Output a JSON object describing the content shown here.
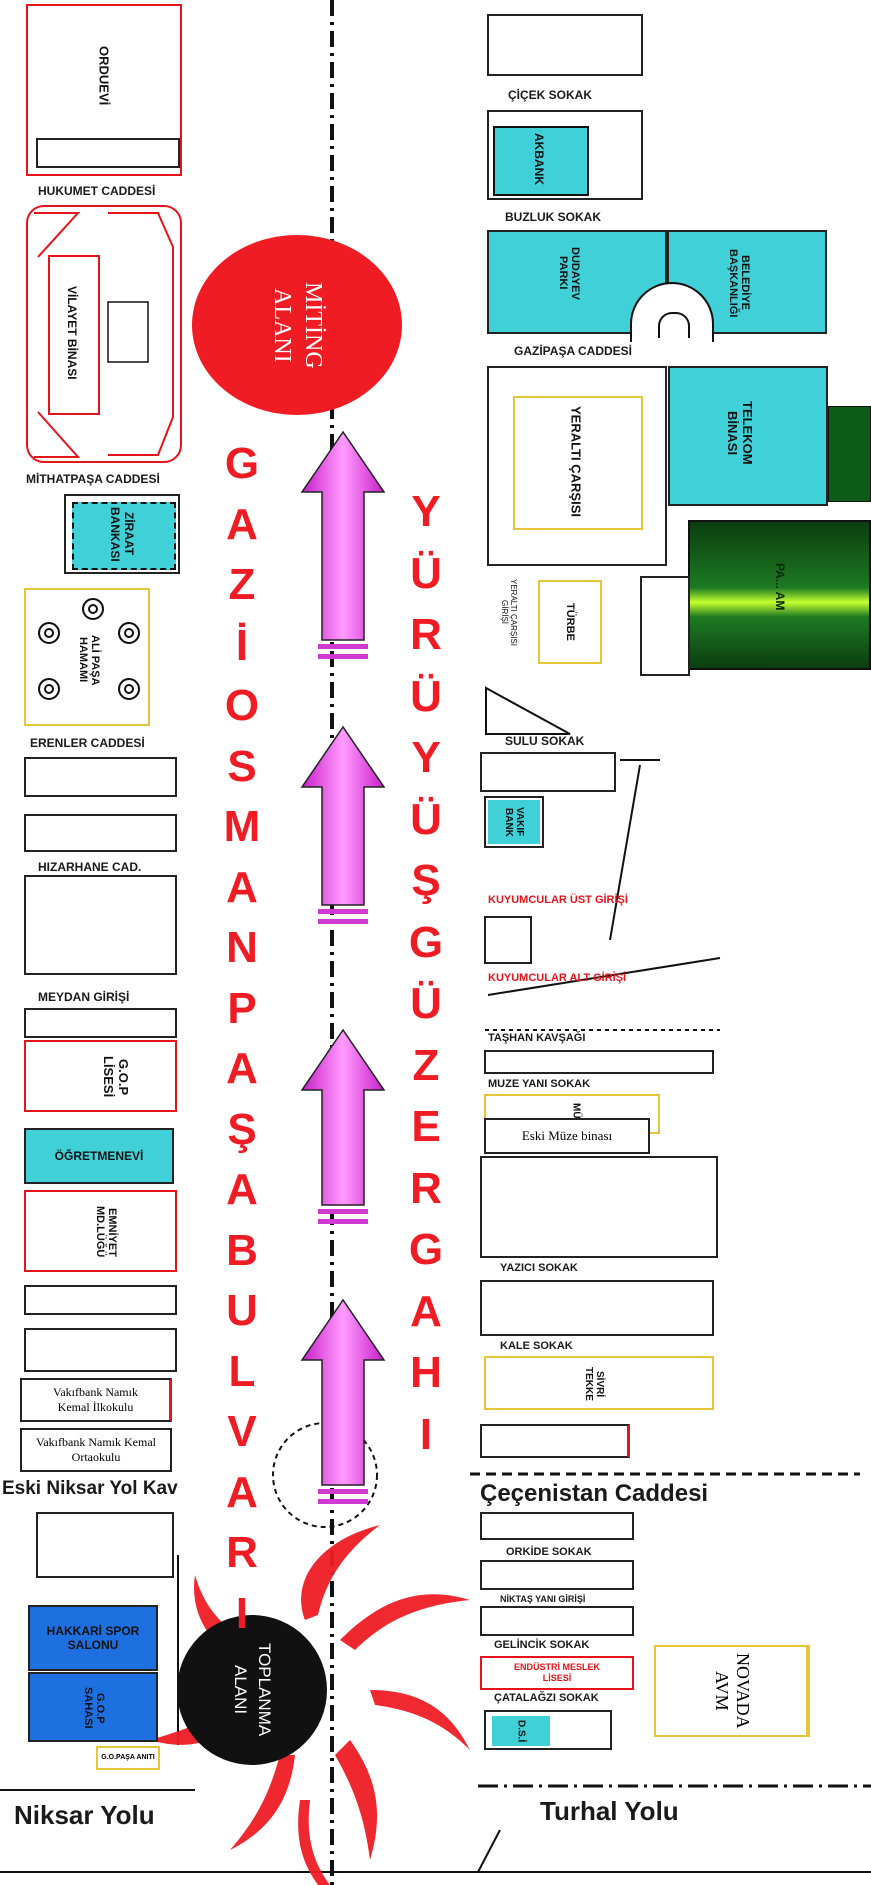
{
  "map": {
    "boulevard_name_letters": [
      "G",
      "A",
      "Z",
      "İ",
      "O",
      "S",
      "M",
      "A",
      "N",
      "P",
      "A",
      "Ş",
      "A",
      "B",
      "U",
      "L",
      "V",
      "A",
      "R",
      "I"
    ],
    "route_name_letters": [
      "Y",
      "Ü",
      "R",
      "Ü",
      "Y",
      "Ü",
      "Ş",
      "G",
      "Ü",
      "Z",
      "E",
      "R",
      "G",
      "A",
      "H",
      "I"
    ],
    "rally_area_label": "MİTİNG ALANI",
    "assembly_area_label": "TOPLANMA ALANI",
    "colors": {
      "route_red": "#ef1c24",
      "arrow_magenta": "#e040e0",
      "building_cyan": "#3fd0d8",
      "building_blue": "#1e6fe0",
      "assembly_black": "#111111"
    }
  },
  "left_side": {
    "orduevi": "ORDUEVİ",
    "hukumet_caddesi": "HUKUMET CADDESİ",
    "vilayet_binasi": "VİLAYET BİNASI",
    "mithatpasa_caddesi": "MİTHATPAŞA CADDESİ",
    "ziraat_bankasi": "ZİRAAT BANKASI",
    "ali_pasa_hamami": "ALİ PAŞA HAMAMI",
    "erenler_caddesi": "ERENLER CADDESİ",
    "hizarhane_cad": "HIZARHANE CAD.",
    "meydan_girisi": "MEYDAN GİRİŞİ",
    "gop_lisesi": "G.O.P LİSESİ",
    "ogretmenevi": "ÖĞRETMENEVİ",
    "emniyet_mudurlugu": "EMNİYET MD.LÜĞÜ",
    "vakifbank_ilkokulu": "Vakıfbank Namık Kemal İlkokulu",
    "vakifbank_ortaokulu": "Vakıfbank Namık Kemal Ortaokulu",
    "eski_niksar_yol": "Eski Niksar Yol Kav",
    "hakkari_spor_salonu": "HAKKARİ SPOR SALONU",
    "gop_sahasi": "G.O.P SAHASI",
    "gop_pasa_aniti": "G.O.PAŞA ANITI",
    "niksar_yolu": "Niksar Yolu"
  },
  "right_side": {
    "cicek_sokak": "ÇİÇEK SOKAK",
    "akbank": "AKBANK",
    "buzluk_sokak": "BUZLUK SOKAK",
    "dudayev_parki": "DUDAYEV PARKI",
    "belediye_baskanligi": "BELEDİYE BAŞKANLIĞI",
    "gazipasa_caddesi": "GAZİPAŞA CADDESİ",
    "yeralti_carsisi": "YERALTI ÇARŞISI",
    "telekom_binasi": "TELEKOM BİNASI",
    "yeralti_carsisi_girisi": "YERALTI ÇARŞISI GİRİŞİ",
    "turbe": "TÜRBE",
    "park_am": "PA... AM",
    "sulu_sokak": "SULU SOKAK",
    "vakif_bank": "VAKIF BANK",
    "kuyumcular_ust_girisi": "KUYUMCULAR ÜST GİRİŞİ",
    "kuyumcular_alt_girisi": "KUYUMCULAR ALT GİRİŞİ",
    "tashan_kavsagi": "TAŞHAN KAVŞAĞI",
    "muze_yani_sokak": "MUZE YANI SOKAK",
    "muze_short": "MÜ",
    "eski_muze_binasi": "Eski Müze binası",
    "yazici_sokak": "YAZICI SOKAK",
    "kale_sokak": "KALE SOKAK",
    "sivri_tekke": "SİVRİ TEKKE",
    "cecenistan_caddesi": "Çeçenistan Caddesi",
    "orkide_sokak": "ORKİDE SOKAK",
    "niktas_yani_girisi": "NİKTAŞ YANI GİRİŞİ",
    "gelincik_sokak": "GELİNCİK SOKAK",
    "endustri_meslek_lisesi": "ENDÜSTRİ MESLEK LİSESİ",
    "catalagzi_sokak": "ÇATALAĞZI SOKAK",
    "dsi": "D.S.İ",
    "novada_avm": "NOVADA AVM",
    "turhal_yolu": "Turhal Yolu"
  }
}
